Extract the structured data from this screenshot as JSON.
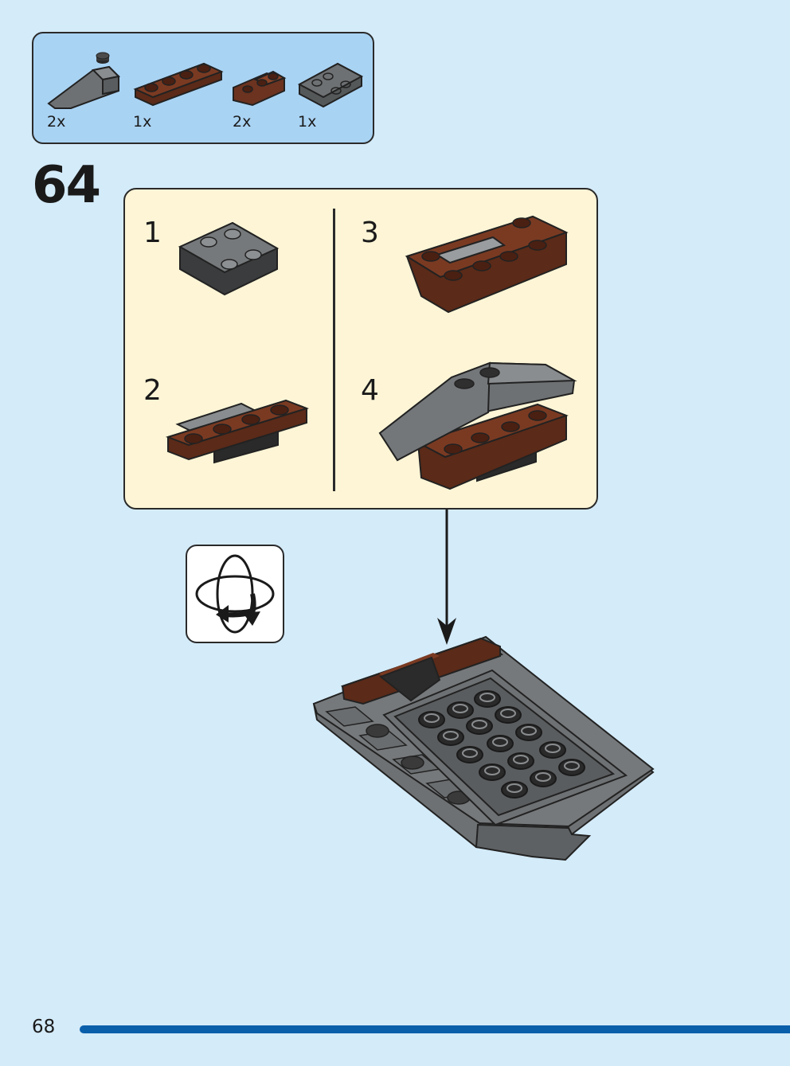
{
  "parts_callout": {
    "items": [
      {
        "name": "dark-gray-slope-icon",
        "qty": "2x"
      },
      {
        "name": "brown-plate-1x4-icon",
        "qty": "1x"
      },
      {
        "name": "brown-bracket-icon",
        "qty": "2x"
      },
      {
        "name": "dark-gray-inverted-slope-icon",
        "qty": "1x"
      }
    ]
  },
  "step": {
    "number": "64"
  },
  "substeps": [
    "1",
    "2",
    "3",
    "4"
  ],
  "footer": {
    "page_number": "68"
  },
  "colors": {
    "background": "#d4ebf9",
    "parts_box": "#a9d3f3",
    "substep_panel": "#fdf5d6",
    "brick_brown": "#6b3320",
    "brick_dark_gray": "#676a6c",
    "page_bar": "#0a5fab"
  }
}
